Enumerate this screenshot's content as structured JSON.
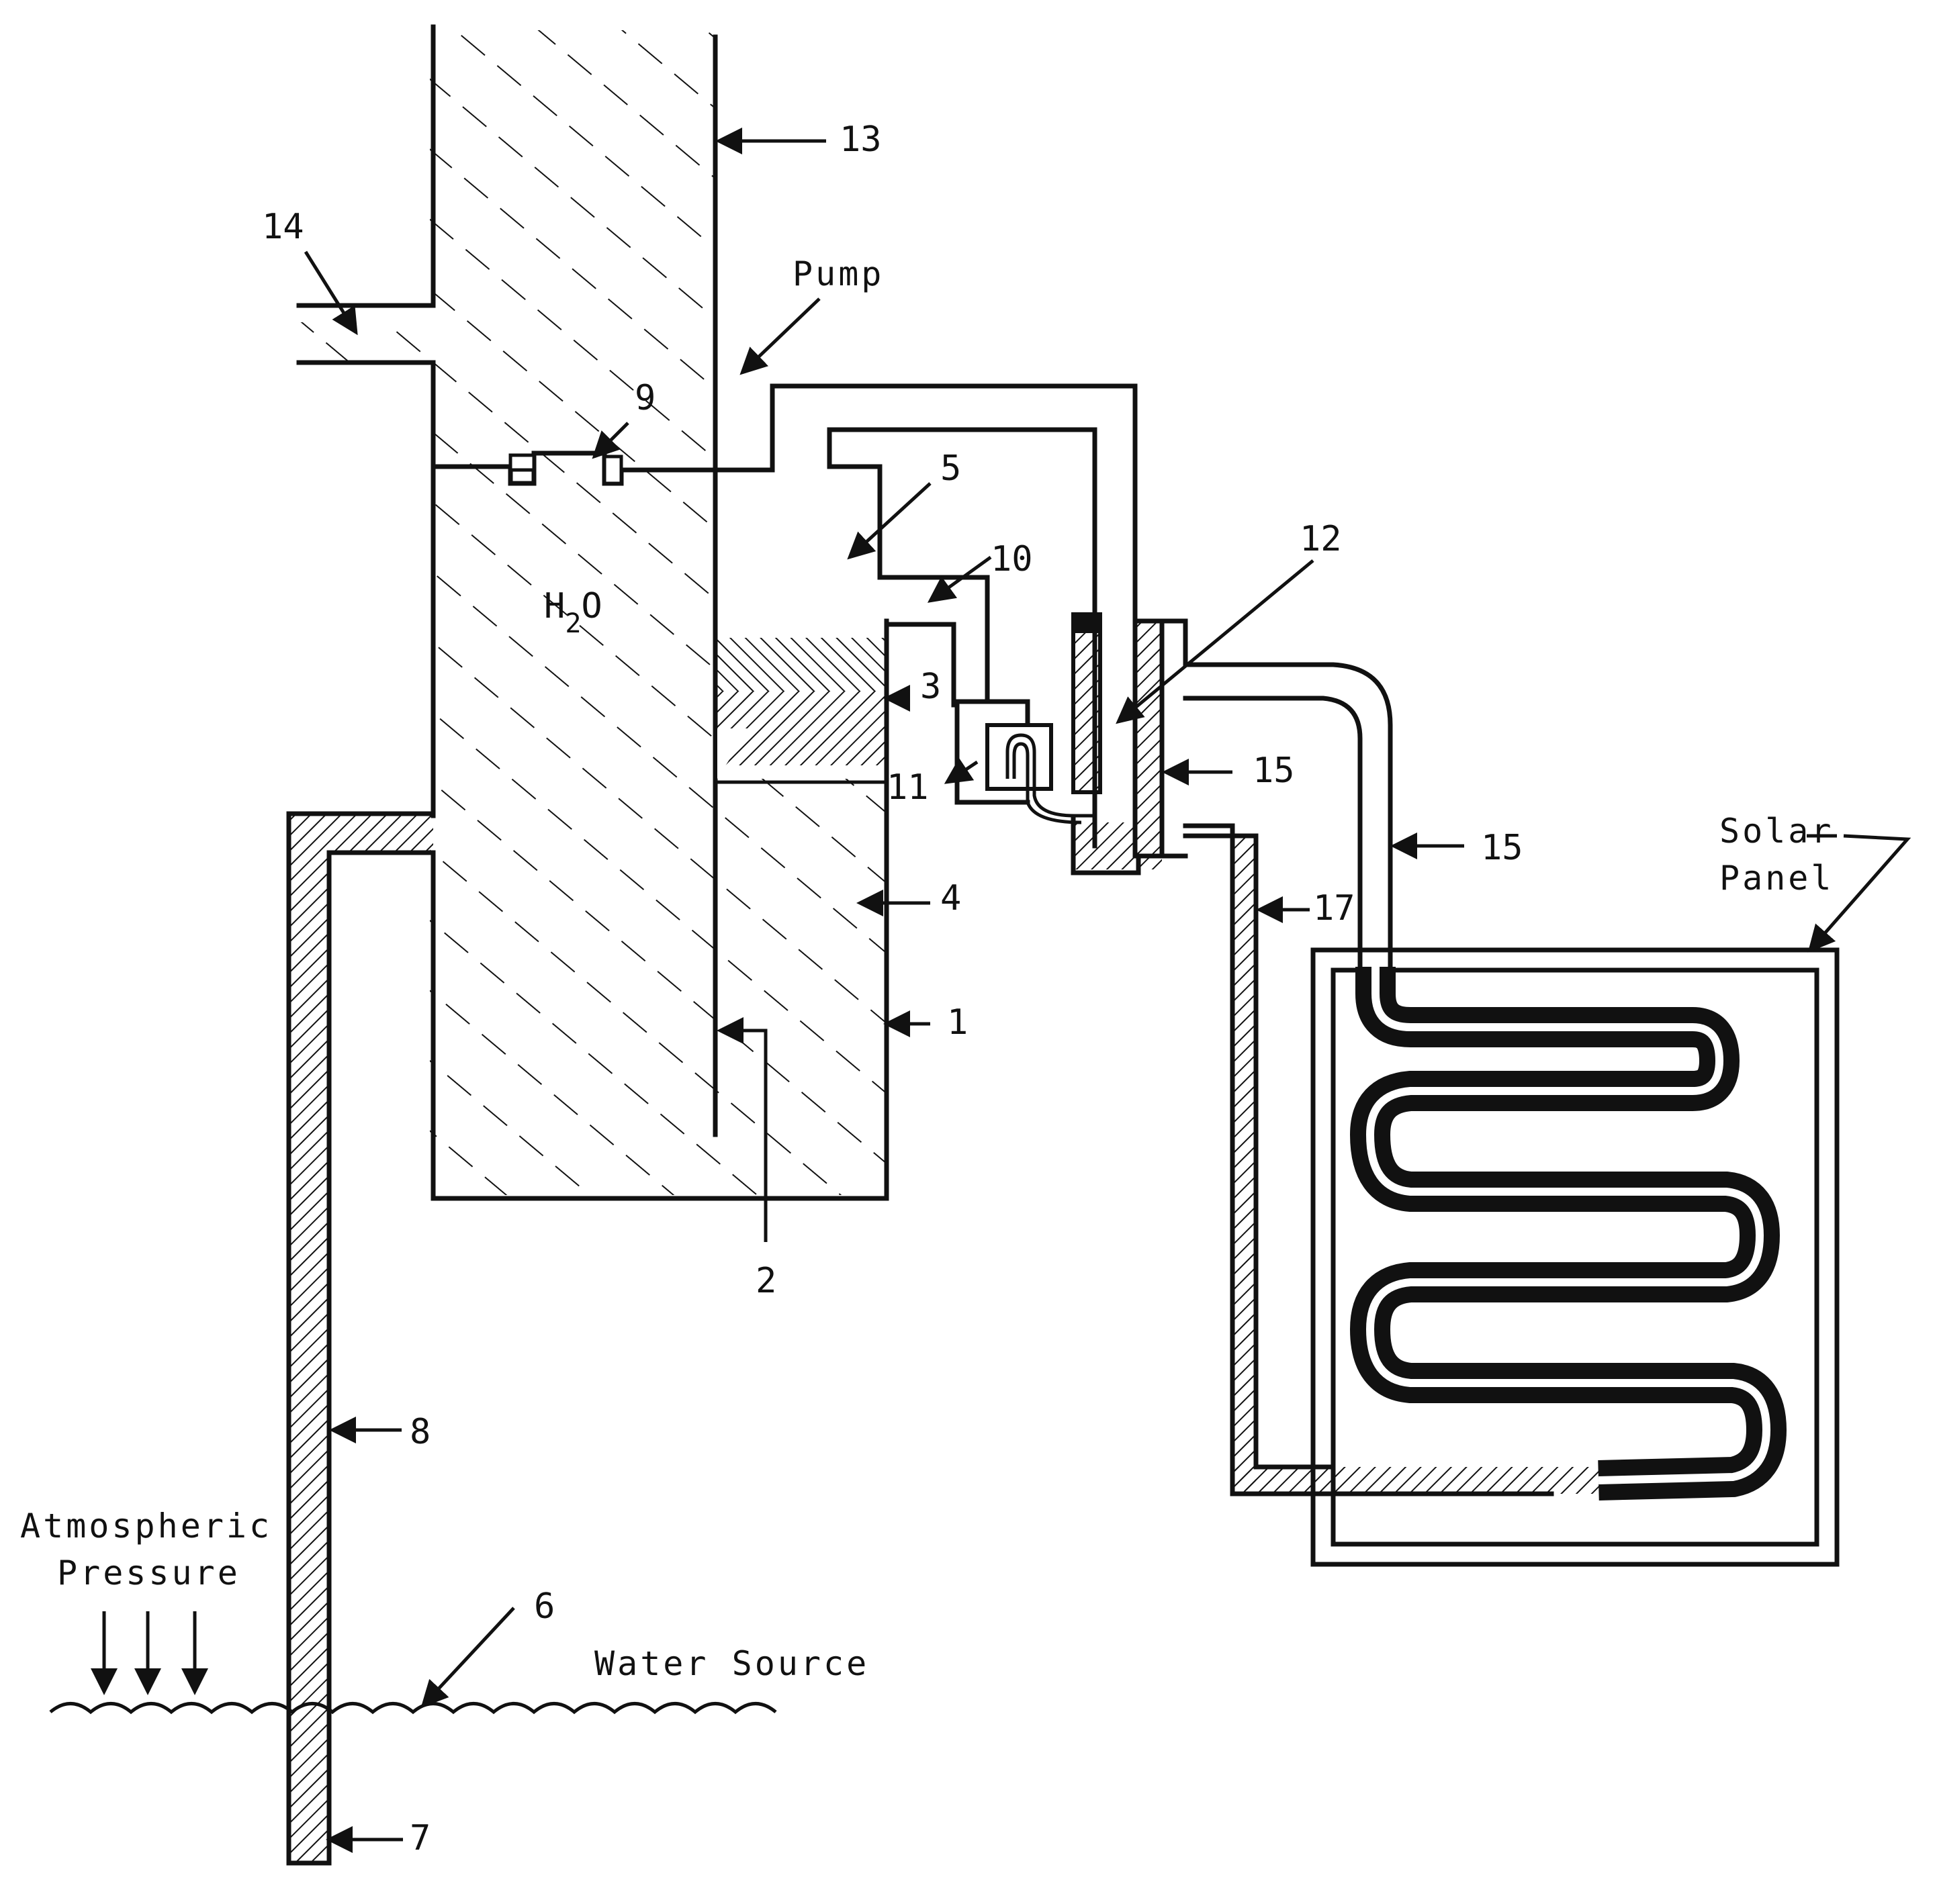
{
  "labels": {
    "n1": "1",
    "n2": "2",
    "n3": "3",
    "n4": "4",
    "n5": "5",
    "n6": "6",
    "n7": "7",
    "n8": "8",
    "n9": "9",
    "n10": "10",
    "n11": "11",
    "n12": "12",
    "n13": "13",
    "n14": "14",
    "n15a": "15",
    "n15b": "15",
    "n17": "17"
  },
  "text": {
    "pump": "Pump",
    "h2o_h": "H",
    "h2o_sub": "2",
    "h2o_o": "O",
    "solar_line1": "Solar",
    "solar_line2": "Panel",
    "atmos_line1": "Atmospheric",
    "atmos_line2": "Pressure",
    "water_source": "Water Source"
  },
  "colors": {
    "ink": "#111111",
    "paper": "#ffffff"
  }
}
